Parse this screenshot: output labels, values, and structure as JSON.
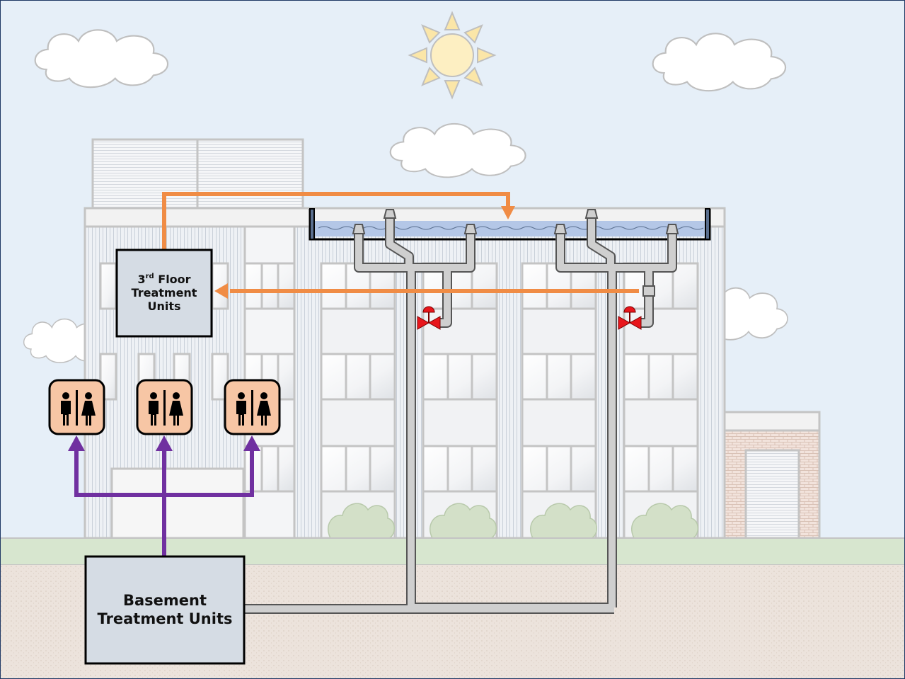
{
  "labels": {
    "upper_treatment_sup": "rd",
    "upper_treatment_line1_pre": "3",
    "upper_treatment_line1_post": " Floor",
    "upper_treatment_line2": "Treatment",
    "upper_treatment_line3": "Units",
    "basement_treatment_line1": "Basement",
    "basement_treatment_line2": "Treatment Units"
  },
  "icons": {
    "sun": "sun-icon",
    "cloud": "cloud-icon",
    "restroom": "restroom-icon",
    "valve": "valve-icon"
  },
  "colors": {
    "sky": "#e6eff8",
    "ground": "#ece3dc",
    "grass": "#d7e6cf",
    "orange_flow": "#f08c45",
    "purple_flow": "#7030a0",
    "pipe": "#cfcfcf",
    "restroom_fill": "#f7c6a5",
    "treatment_box": "#d5dce4",
    "valve": "#e8161c",
    "water": "#b4c7e7"
  }
}
